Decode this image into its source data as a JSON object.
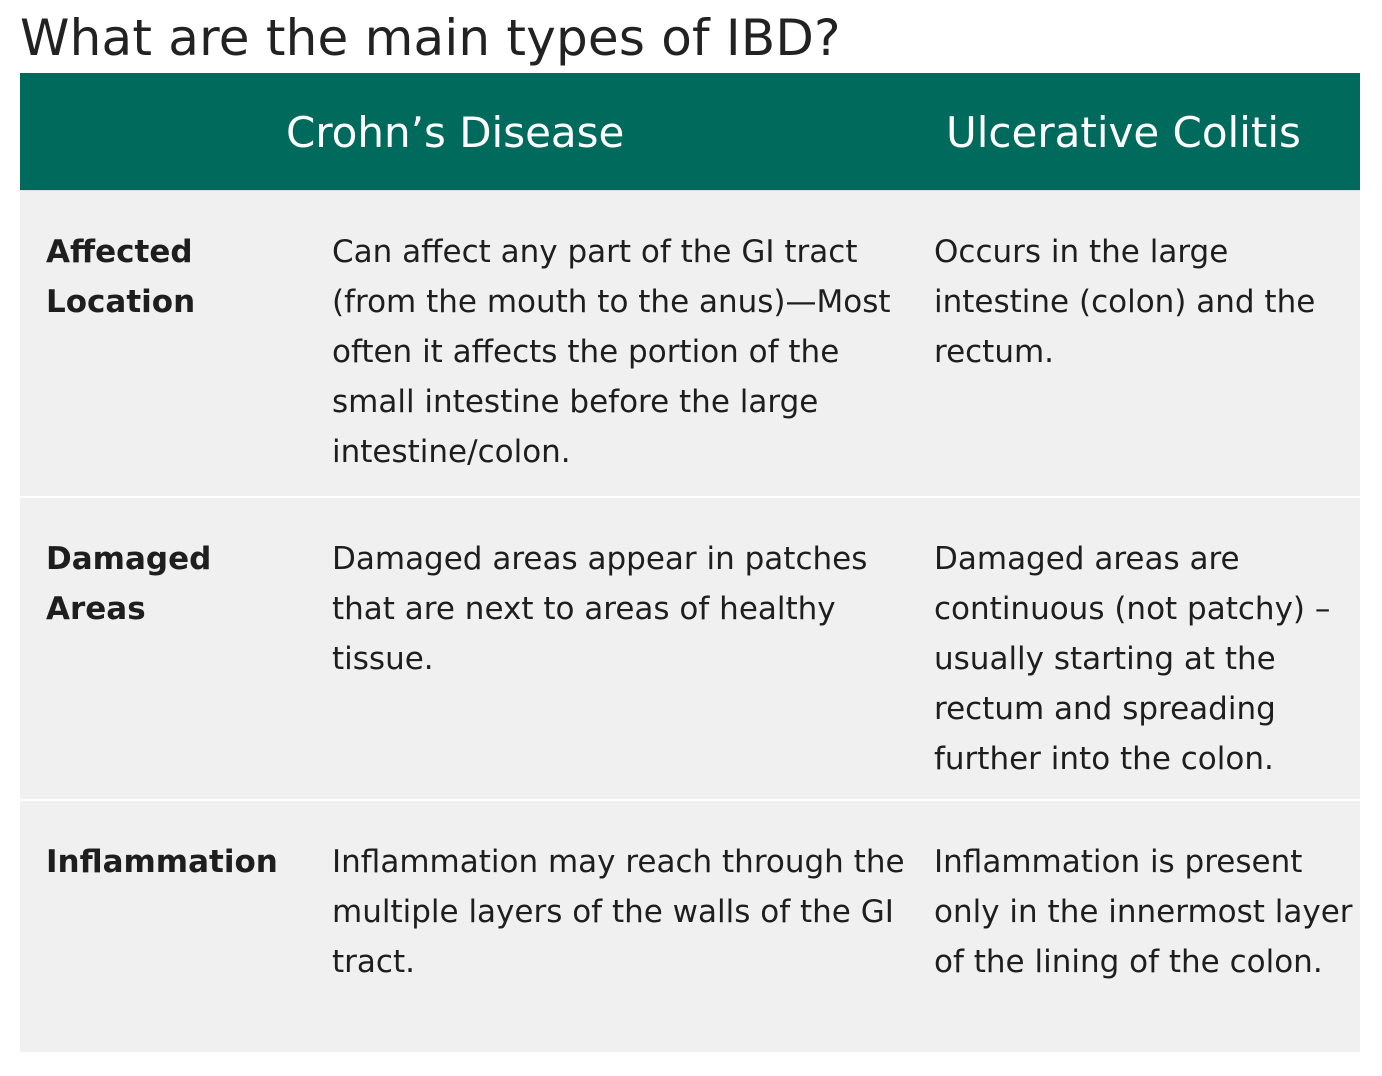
{
  "page": {
    "title": "What are the main types of IBD?"
  },
  "table": {
    "headers": {
      "crohns": "Crohn’s Disease",
      "uc": "Ulcerative Colitis"
    },
    "rows": [
      {
        "label": "Affected Location",
        "crohns": "Can affect any part of the GI tract (from the mouth to the anus)—Most often it affects the portion of the small intestine before the large intestine/colon.",
        "uc": "Occurs in the large intestine (colon) and the rectum."
      },
      {
        "label": "Damaged Areas",
        "crohns": "Damaged areas appear in patches that are next to areas of healthy tissue.",
        "uc": "Damaged areas are continuous (not patchy) – usually starting at the rectum and spreading further into the colon."
      },
      {
        "label": "Inflammation",
        "crohns": "Inflammation may reach through the multiple layers of the walls of the GI tract.",
        "uc": "Inflammation is present only in the innermost layer of the lining of the colon."
      }
    ]
  },
  "colors": {
    "header_bg": "#006b5d",
    "row_bg": "#f0f0f0"
  }
}
